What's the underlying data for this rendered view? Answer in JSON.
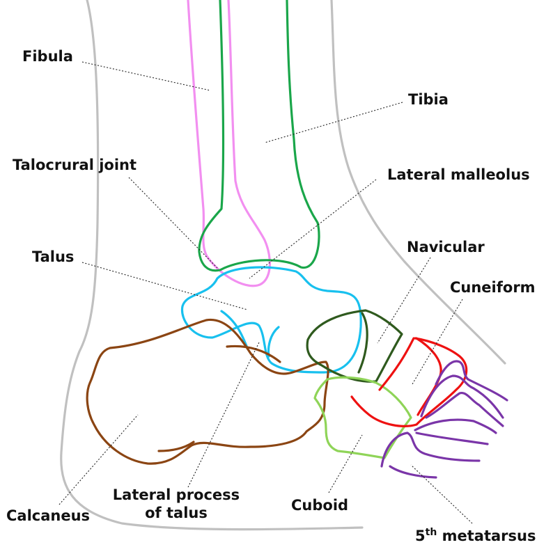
{
  "labels": {
    "fibula": "Fibula",
    "tibia": "Tibia",
    "talocrural_joint": "Talocrural joint",
    "lateral_malleolus": "Lateral malleolus",
    "talus": "Talus",
    "navicular": "Navicular",
    "cuneiform": "Cuneiform",
    "calcaneus": "Calcaneus",
    "lateral_process_line1": "Lateral process",
    "lateral_process_line2": "of talus",
    "cuboid": "Cuboid",
    "metatarsus_number": "5",
    "metatarsus_superscript": "th",
    "metatarsus_word": " metatarsus"
  },
  "colors": {
    "skin_outline": "#c0c0c0",
    "tibia": "#1aa64a",
    "fibula": "#f28ff0",
    "talus": "#18c0ee",
    "calcaneus": "#8b4513",
    "navicular": "#2f5a1e",
    "cuboid": "#8fd458",
    "cuneiform": "#ee1111",
    "metatarsals": "#7a35a8",
    "leader_lines": "#222222",
    "text": "#111111"
  }
}
